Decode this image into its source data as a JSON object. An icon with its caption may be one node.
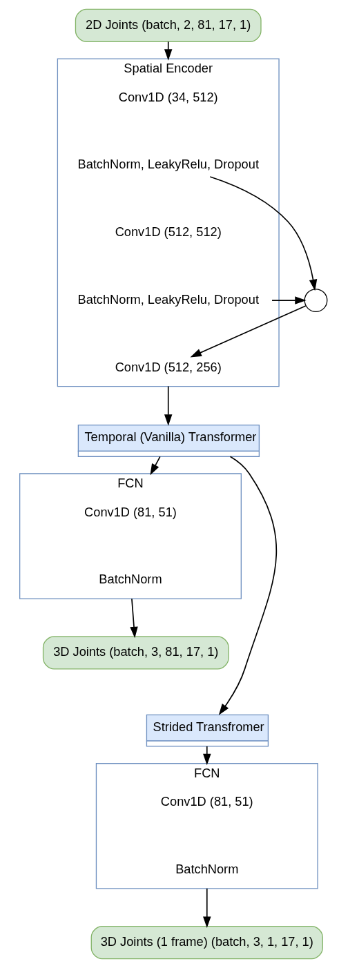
{
  "diagram": {
    "nodes": [
      {
        "text": [
          "2D Joints (batch, 2, 81, 17, 1)"
        ]
      },
      {
        "text": [
          "Spatial Encoder"
        ]
      },
      {
        "text": [
          "Conv1D (34, 512)"
        ],
        "in": 1
      },
      {
        "text": [
          "BatchNorm, LeakyRelu, Dropout"
        ],
        "in": 1
      },
      {
        "text": [
          "Conv1D (512, 512)"
        ],
        "in": 1
      },
      {
        "text": [
          "BatchNorm, LeakyRelu, Dropout"
        ],
        "in": 1
      },
      {
        "text": [
          "Conv1D (512, 256)"
        ],
        "in": 1
      },
      {
        "text": [],
        "shape": "circle"
      },
      {
        "text": [
          "Temporal (Vanilla) Transformer"
        ]
      },
      {
        "text": [
          "FCN"
        ]
      },
      {
        "text": [
          "Conv1D (81, 51)"
        ],
        "in": 9
      },
      {
        "text": [
          "BatchNorm"
        ],
        "in": 9
      },
      {
        "text": [
          "3D Joints (batch, 3, 81, 17, 1)"
        ]
      },
      {
        "text": [
          "Strided Transfromer"
        ]
      },
      {
        "text": [
          "FCN"
        ]
      },
      {
        "text": [
          "Conv1D (81, 51)"
        ],
        "in": 14
      },
      {
        "text": [
          "BatchNorm"
        ],
        "in": 14
      },
      {
        "text": [
          "3D Joints (1 frame) (batch, 3, 1, 17, 1)"
        ]
      }
    ],
    "edges": [
      {
        "from": 0,
        "to": 1,
        "arrow": "to"
      },
      {
        "from": 3,
        "to": 7,
        "arrow": "to"
      },
      {
        "from": 5,
        "to": 7,
        "arrow": "to"
      },
      {
        "from": 7,
        "to": 6,
        "arrow": "to"
      },
      {
        "from": 1,
        "to": 8,
        "arrow": "to"
      },
      {
        "from": 8,
        "to": 9,
        "arrow": "to"
      },
      {
        "from": 9,
        "to": 12,
        "arrow": "to"
      },
      {
        "from": 8,
        "to": 13,
        "arrow": "to"
      },
      {
        "from": 13,
        "to": 14,
        "arrow": "to"
      },
      {
        "from": 14,
        "to": 17,
        "arrow": "to"
      }
    ]
  }
}
